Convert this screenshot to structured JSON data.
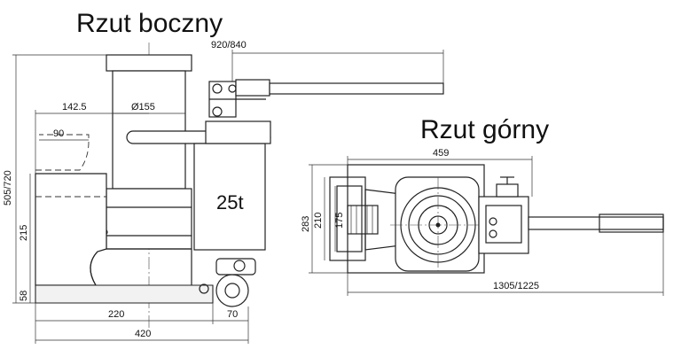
{
  "side_view": {
    "title": "Rzut boczny",
    "capacity_label": "25t",
    "dims": {
      "height_range": "505/720",
      "handle_length": "920/840",
      "offset": "142.5",
      "diameter": "Ø155",
      "lift_depth": "90",
      "toe_height": "215",
      "base_height": "58",
      "toe_length": "220",
      "wheel_width": "70",
      "overall_length": "420"
    }
  },
  "top_view": {
    "title": "Rzut górny",
    "dims": {
      "overall_width": "459",
      "depth_outer": "283",
      "depth_mid": "210",
      "depth_inner": "175",
      "total_length": "1305/1225"
    }
  }
}
